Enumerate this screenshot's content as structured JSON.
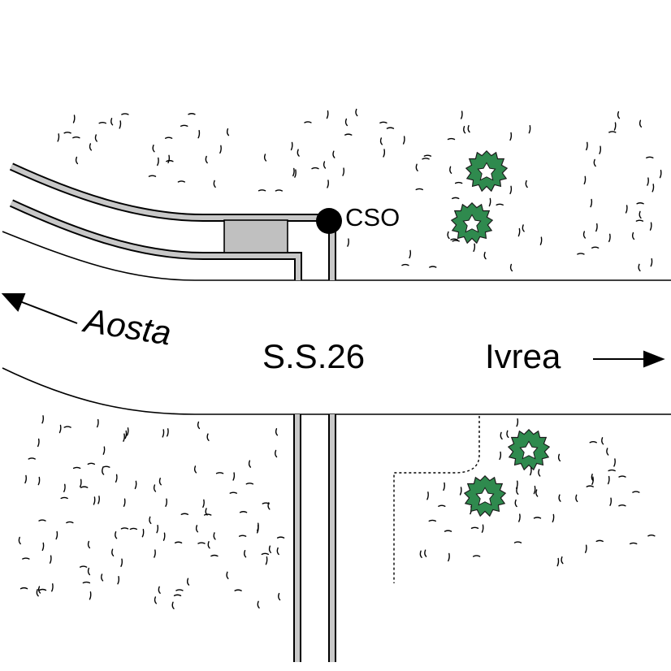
{
  "labels": {
    "cso": "CSO",
    "road": "S.S.26",
    "direction_left": "Aosta",
    "direction_right": "Ivrea"
  },
  "colors": {
    "line": "#000000",
    "pipe_fill": "#c8c8c8",
    "tank_fill": "#c0c0c0",
    "tree_leaf": "#2f8a4e",
    "tree_edge": "#1a1a1a"
  },
  "icons": {
    "grass": "grass-tuft",
    "tree": "tree-canopy",
    "overflow_point": "filled-circle"
  }
}
